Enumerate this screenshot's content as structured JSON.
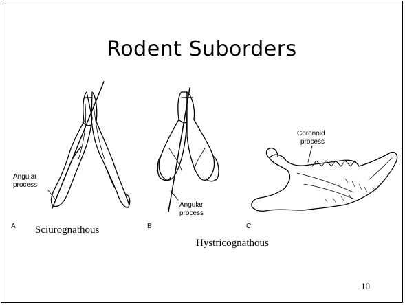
{
  "slide": {
    "title": "Rodent Suborders",
    "page_number": "10"
  },
  "figure": {
    "panel_a": {
      "letter": "A",
      "label_line1": "Angular",
      "label_line2": "process",
      "caption": "Sciurognathous"
    },
    "panel_b": {
      "letter": "B",
      "label_line1": "Angular",
      "label_line2": "process"
    },
    "panel_c": {
      "letter": "C",
      "label_line1": "Coronoid",
      "label_line2": "process"
    },
    "caption_bc": "Hystricognathous"
  }
}
